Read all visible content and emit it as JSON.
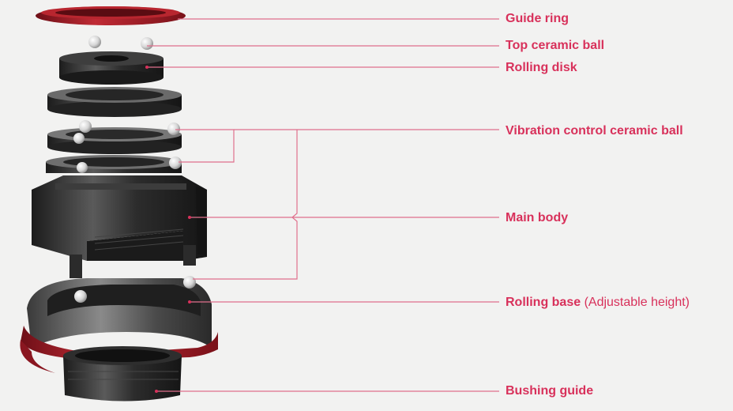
{
  "labels": {
    "guide_ring": "Guide ring",
    "top_ceramic_ball": "Top ceramic ball",
    "rolling_disk": "Rolling disk",
    "vibration_control_ceramic_ball": "Vibration control ceramic ball",
    "main_body": "Main body",
    "rolling_base": "Rolling base",
    "rolling_base_note": "(Adjustable height)",
    "bushing_guide": "Bushing guide"
  },
  "colors": {
    "accent": "#d8315b",
    "leader_line": "#e0708d",
    "part_dark": "#2a2a2a",
    "part_red": "#9b1b25",
    "background": "#f2f2f1"
  }
}
